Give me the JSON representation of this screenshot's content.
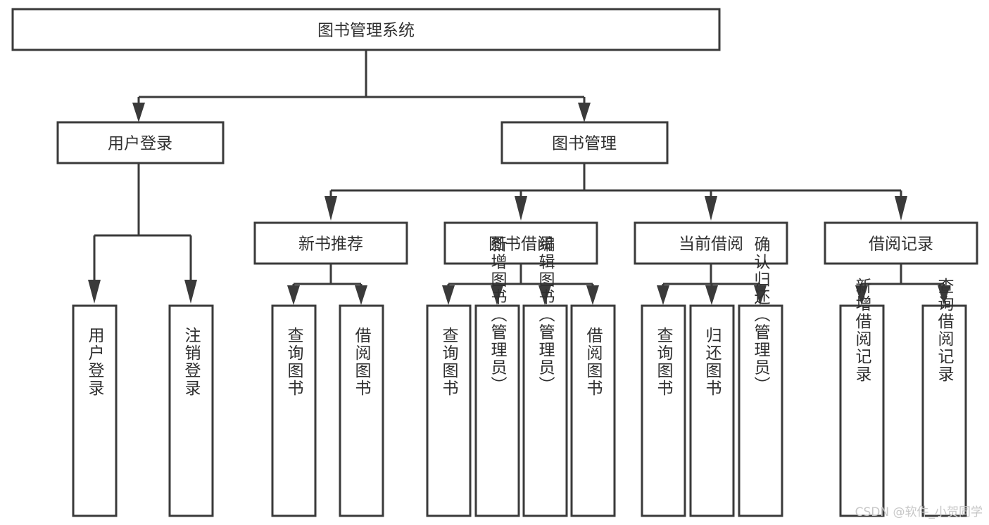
{
  "diagram": {
    "type": "tree-hierarchy",
    "title": "图书管理系统",
    "root": {
      "id": "root",
      "label": "图书管理系统"
    },
    "level2": [
      {
        "id": "user-login",
        "label": "用户登录"
      },
      {
        "id": "book-management",
        "label": "图书管理"
      }
    ],
    "level3": [
      {
        "id": "new-book-recommend",
        "label": "新书推荐",
        "parent": "book-management"
      },
      {
        "id": "book-borrow",
        "label": "图书借阅",
        "parent": "book-management"
      },
      {
        "id": "current-borrow",
        "label": "当前借阅",
        "parent": "book-management"
      },
      {
        "id": "borrow-record",
        "label": "借阅记录",
        "parent": "book-management"
      }
    ],
    "leaves": [
      {
        "id": "leaf-user-login",
        "label": "用户登录",
        "parent": "user-login"
      },
      {
        "id": "leaf-logout-login",
        "label": "注销登录",
        "parent": "user-login"
      },
      {
        "id": "leaf-query-book-1",
        "label": "查询图书",
        "parent": "new-book-recommend"
      },
      {
        "id": "leaf-borrow-book-1",
        "label": "借阅图书",
        "parent": "new-book-recommend"
      },
      {
        "id": "leaf-query-book-2",
        "label": "查询图书",
        "parent": "book-borrow"
      },
      {
        "id": "leaf-add-book",
        "label": "新增图书（管理员）",
        "parent": "book-borrow"
      },
      {
        "id": "leaf-edit-book",
        "label": "编辑图书（管理员）",
        "parent": "book-borrow"
      },
      {
        "id": "leaf-borrow-book-2",
        "label": "借阅图书",
        "parent": "book-borrow"
      },
      {
        "id": "leaf-query-book-3",
        "label": "查询图书",
        "parent": "current-borrow"
      },
      {
        "id": "leaf-return-book",
        "label": "归还图书",
        "parent": "current-borrow"
      },
      {
        "id": "leaf-confirm-return",
        "label": "确认归还（管理员）",
        "parent": "current-borrow"
      },
      {
        "id": "leaf-add-record",
        "label": "新增借阅记录",
        "parent": "borrow-record"
      },
      {
        "id": "leaf-query-record",
        "label": "查询借阅记录",
        "parent": "borrow-record"
      }
    ]
  },
  "watermark": {
    "text": "CSDN @软件_小贺同学"
  },
  "colors": {
    "stroke": "#3a3a3a",
    "box_fill": "#ffffff",
    "text": "#2f2f2f",
    "watermark": "#c7c7c7",
    "background": "#ffffff"
  }
}
